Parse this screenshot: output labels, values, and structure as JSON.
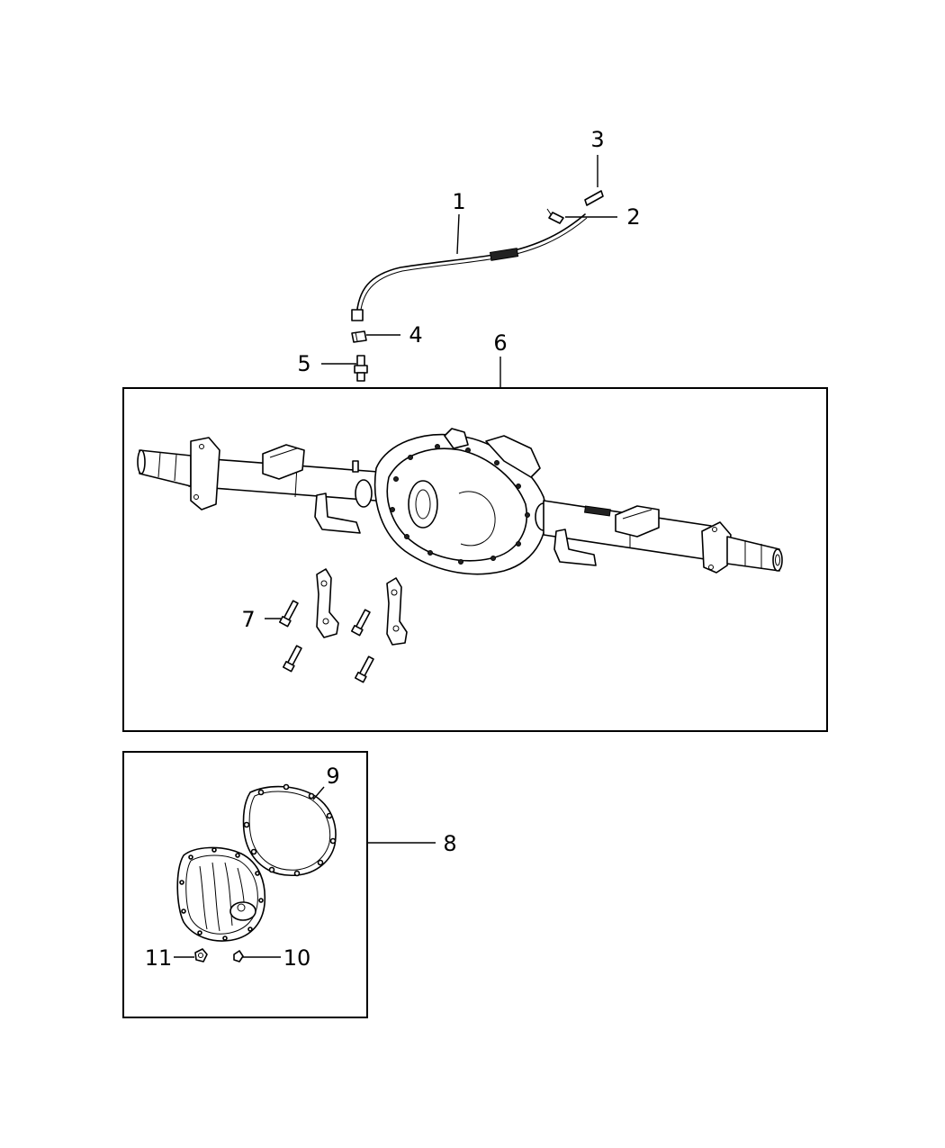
{
  "callouts": {
    "c1": "1",
    "c2": "2",
    "c3": "3",
    "c4": "4",
    "c5": "5",
    "c6": "6",
    "c7": "7",
    "c8": "8",
    "c9": "9",
    "c10": "10",
    "c11": "11"
  },
  "parts": [
    {
      "callout": "1",
      "icon": "vent-hose-icon"
    },
    {
      "callout": "2",
      "icon": "hose-clip-icon"
    },
    {
      "callout": "3",
      "icon": "vent-cap-icon"
    },
    {
      "callout": "4",
      "icon": "clamp-icon"
    },
    {
      "callout": "5",
      "icon": "vent-fitting-icon"
    },
    {
      "callout": "6",
      "icon": "axle-housing-icon"
    },
    {
      "callout": "7",
      "icon": "bolt-icon"
    },
    {
      "callout": "8",
      "icon": "differential-cover-kit-icon"
    },
    {
      "callout": "9",
      "icon": "gasket-icon"
    },
    {
      "callout": "10",
      "icon": "fill-plug-icon"
    },
    {
      "callout": "11",
      "icon": "drain-plug-icon"
    }
  ]
}
